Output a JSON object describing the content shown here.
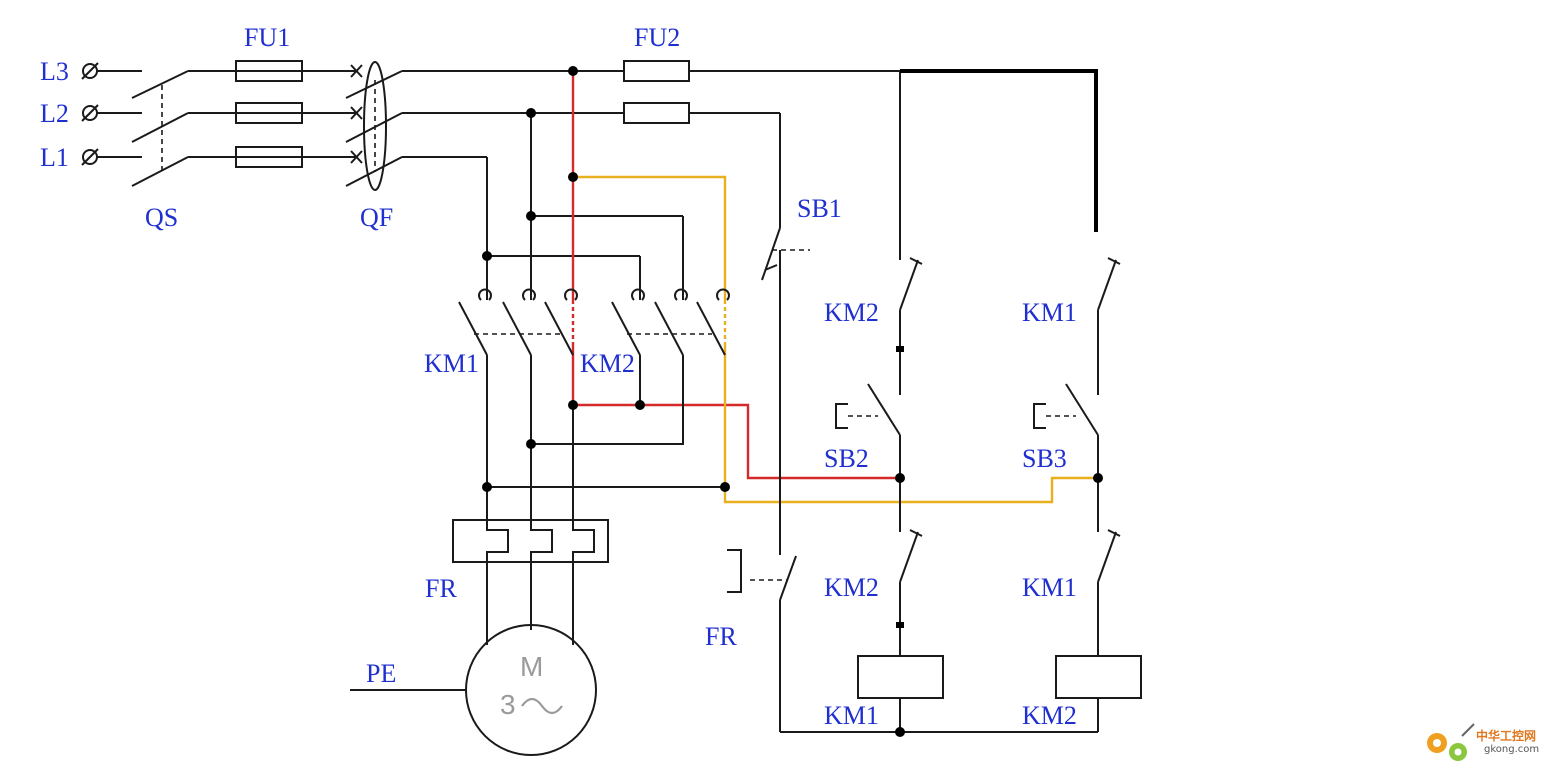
{
  "diagram": {
    "labels": {
      "L3": "L3",
      "L2": "L2",
      "L1": "L1",
      "FU1": "FU1",
      "FU2": "FU2",
      "QS": "QS",
      "QF": "QF",
      "SB1": "SB1",
      "SB2": "SB2",
      "SB3": "SB3",
      "KM1_main": "KM1",
      "KM2_main": "KM2",
      "KM2_interlock_top": "KM2",
      "KM1_interlock_top": "KM1",
      "KM2_interlock_bot": "KM2",
      "KM1_interlock_bot": "KM1",
      "KM1_coil": "KM1",
      "KM2_coil": "KM2",
      "FR_main": "FR",
      "FR_contact": "FR",
      "PE": "PE",
      "motor_M": "M",
      "motor_3": "3"
    },
    "colors": {
      "wire": "#1a1a1a",
      "heavy_wire": "#000000",
      "red_path": "#d42a2a",
      "yellow_path": "#e8b01e",
      "label": "#1f2fd0"
    }
  },
  "logo": {
    "name": "中华工控网",
    "url_text": "gkong.com"
  }
}
